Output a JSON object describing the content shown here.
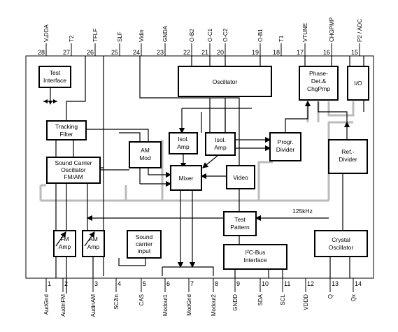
{
  "pins_top": [
    {
      "num": "28",
      "label": "VₓDDA"
    },
    {
      "num": "27",
      "label": "T2"
    },
    {
      "num": "26",
      "label": "TFLF"
    },
    {
      "num": "25",
      "label": "SLF"
    },
    {
      "num": "24",
      "label": "Vidin"
    },
    {
      "num": "23",
      "label": "GNDA"
    },
    {
      "num": "22",
      "label": "O-B2"
    },
    {
      "num": "21",
      "label": "O-C1"
    },
    {
      "num": "20",
      "label": "O-C2"
    },
    {
      "num": "19",
      "label": "O-B1"
    },
    {
      "num": "18",
      "label": "T1"
    },
    {
      "num": "17",
      "label": "VTUNE"
    },
    {
      "num": "16",
      "label": "CHGPMP"
    },
    {
      "num": "15",
      "label": "P2 / ADC"
    }
  ],
  "pins_bottom": [
    {
      "num": "1",
      "label": "AudGnd"
    },
    {
      "num": "2",
      "label": "AudinFM"
    },
    {
      "num": "3",
      "label": "AudinAM"
    },
    {
      "num": "4",
      "label": "SC2in"
    },
    {
      "num": "5",
      "label": "CAS"
    },
    {
      "num": "6",
      "label": "Modout1"
    },
    {
      "num": "7",
      "label": "ModGnd"
    },
    {
      "num": "8",
      "label": "Modout2"
    },
    {
      "num": "9",
      "label": "GNDD"
    },
    {
      "num": "10",
      "label": "SDA"
    },
    {
      "num": "11",
      "label": "SCL"
    },
    {
      "num": "12",
      "label": "VDDD"
    },
    {
      "num": "13",
      "label": "Q"
    },
    {
      "num": "14",
      "label": "Qx"
    }
  ],
  "blocks": {
    "test_interface": [
      "Test",
      "Interface"
    ],
    "oscillator": [
      "Oscillator"
    ],
    "phase_det": [
      "Phase-",
      "Det.&",
      "ChgPmp"
    ],
    "io": [
      "I/O"
    ],
    "tracking_filter": [
      "Tracking",
      "Filter"
    ],
    "am_mod": [
      "AM",
      "Mod"
    ],
    "isol_amp_1": [
      "Isol.",
      "Amp"
    ],
    "isol_amp_2": [
      "Isol.",
      "Amp"
    ],
    "progr_divider": [
      "Progr.",
      "Divider"
    ],
    "ref_divider": [
      "Ref.-",
      "Divider"
    ],
    "sound_osc": [
      "Sound Carrier",
      "Oscillator",
      "FM/AM"
    ],
    "mixer": [
      "Mixer"
    ],
    "video": [
      "Video"
    ],
    "test_pattern": [
      "Test",
      "Pattern"
    ],
    "fm_amp": [
      "FM",
      "Amp"
    ],
    "am_amp": [
      "AM",
      "Amp"
    ],
    "sound_carrier_input": [
      "Sound",
      "carrier",
      "input"
    ],
    "i2c": [
      "I²C-Bus",
      "Interface"
    ],
    "crystal": [
      "Crystal",
      "Oscillator"
    ]
  },
  "annotations": {
    "freq": "125kHz"
  }
}
